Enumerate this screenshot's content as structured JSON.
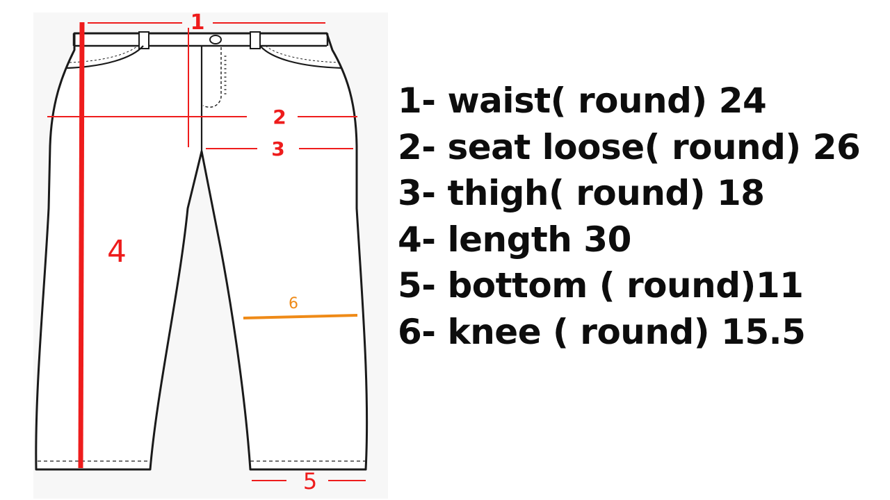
{
  "diagram": {
    "markers": {
      "waist": "1",
      "seat": "2",
      "thigh": "3",
      "length": "4",
      "bottom": "5",
      "knee": "6"
    },
    "colors": {
      "measure_red": "#ee1c1c",
      "knee_orange": "#ef8a17",
      "outline": "#1a1a1a",
      "panel_bg": "#f7f7f7"
    }
  },
  "legend": {
    "items": [
      "1- waist( round) 24",
      "2- seat loose( round) 26",
      "3- thigh( round) 18",
      "4- length 30",
      "5- bottom ( round)11",
      "6- knee ( round) 15.5"
    ]
  }
}
